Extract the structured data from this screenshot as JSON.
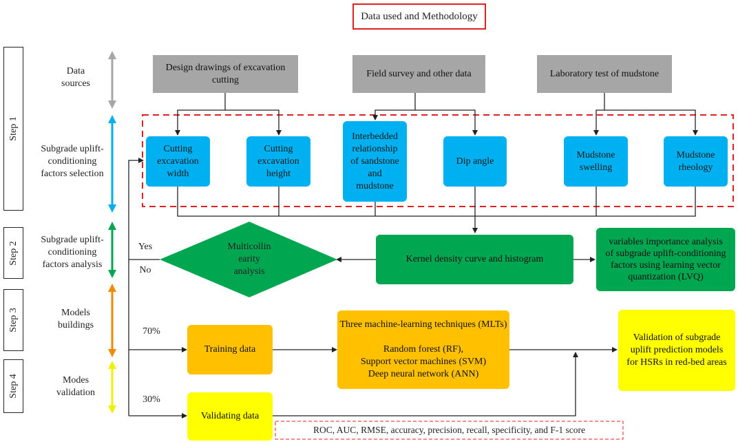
{
  "title": "Data used and Methodology",
  "steps": [
    "Step 1",
    "Step 2",
    "Step 3",
    "Step 4"
  ],
  "stage_labels": {
    "data_sources": "Data\nsources",
    "factors_selection": "Subgrade uplift-\nconditioning\nfactors selection",
    "factors_analysis": "Subgrade uplift-\nconditioning\nfactors analysis",
    "models_buildings": "Models\nbuildings",
    "modes_validation": "Modes\nvalidation"
  },
  "sources": {
    "design": "Design drawings of excavation\ncutting",
    "field": "Field survey and other data",
    "lab": "Laboratory test of mudstone"
  },
  "factors": {
    "width": "Cutting\nexcavation\nwidth",
    "height": "Cutting\nexcavation\nheight",
    "interbedded": "Interbedded\nrelationship\nof sandstone\nand\nmudstone",
    "dip": "Dip angle",
    "swelling": "Mudstone\nswelling",
    "rheology": "Mudstone\nrheology"
  },
  "analysis": {
    "multicollinearity": "Multicollin\nearity\nanalysis",
    "kernel": "Kernel density curve and histogram",
    "lvq": "variables importance analysis\nof subgrade uplift-conditioning\nfactors using learning vector\nquantization (LVQ)",
    "yes": "Yes",
    "no": "No"
  },
  "models": {
    "pct70": "70%",
    "pct30": "30%",
    "training": "Training data",
    "validating": "Validating data",
    "mlts": "Three machine-learning techniques (MLTs)\n\nRandom forest (RF),\nSupport vector machines (SVM)\nDeep neural network (ANN)",
    "validation_result": "Validation of subgrade\nuplift prediction models\nfor HSRs in red-bed areas",
    "metrics": "ROC, AUC, RMSE, accuracy, precision, recall, specificity, and F-1 score"
  },
  "colors": {
    "blue": "#00b0f0",
    "green": "#00a650",
    "orange": "#ffc000",
    "yellow": "#ffff00",
    "gray": "#a6a6a6",
    "red": "#e02020"
  }
}
